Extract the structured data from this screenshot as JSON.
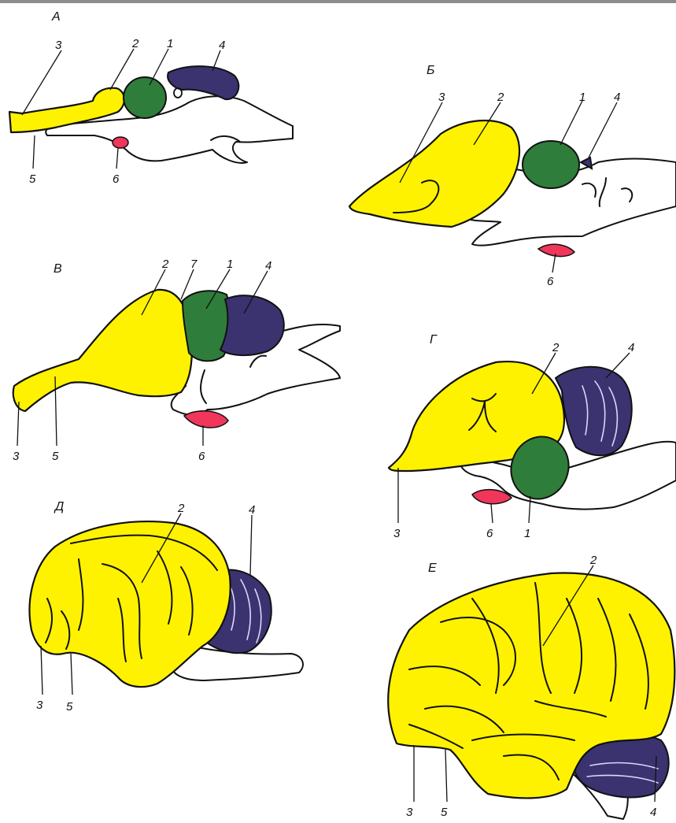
{
  "panels": {
    "a": {
      "letter": "А",
      "labels": {
        "l1": "1",
        "l2": "2",
        "l3": "3",
        "l4": "4",
        "l5": "5",
        "l6": "6"
      }
    },
    "b": {
      "letter": "Б",
      "labels": {
        "l1": "1",
        "l2": "2",
        "l3": "3",
        "l4": "4",
        "l6": "6"
      }
    },
    "v": {
      "letter": "В",
      "labels": {
        "l1": "1",
        "l2": "2",
        "l3": "3",
        "l4": "4",
        "l5": "5",
        "l6": "6",
        "l7": "7"
      }
    },
    "g": {
      "letter": "Г",
      "labels": {
        "l1": "1",
        "l2": "2",
        "l3": "3",
        "l4": "4",
        "l6": "6"
      }
    },
    "d": {
      "letter": "Д",
      "labels": {
        "l2": "2",
        "l3": "3",
        "l4": "4",
        "l5": "5"
      }
    },
    "e": {
      "letter": "Е",
      "labels": {
        "l2": "2",
        "l3": "3",
        "l4": "4",
        "l5": "5"
      }
    }
  },
  "colors": {
    "forebrain": "#fff200",
    "midbrain": "#2f7d3a",
    "cerebellum": "#3a3370",
    "pituitary": "#f0365a",
    "outline": "#111111",
    "background": "#ffffff"
  }
}
